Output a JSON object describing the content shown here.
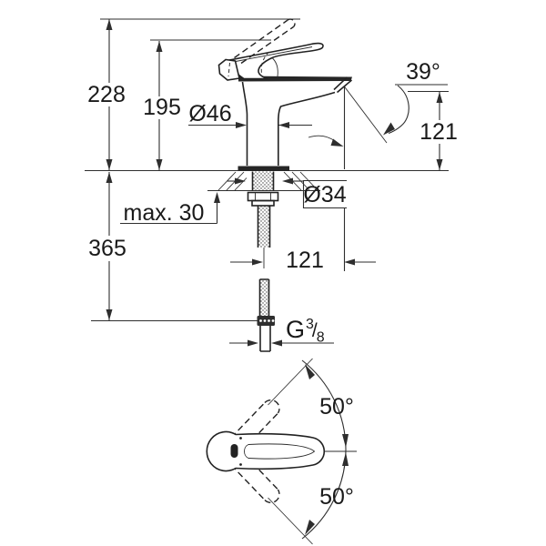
{
  "colors": {
    "line": "#2e2e2e",
    "outline": "#222222",
    "text": "#1a1a1a",
    "background": "#ffffff"
  },
  "side_view": {
    "overall_height": "228",
    "lever_tip_height": "195",
    "body_diameter": "Ø46",
    "stream_angle": "39°",
    "outlet_height": "121",
    "deck_hole_diameter": "Ø34",
    "max_deck_thickness": "max. 30",
    "installation_depth": "365",
    "spout_reach": "121",
    "thread": {
      "prefix": "G",
      "numerator": "3",
      "slash": "/",
      "denominator": "8"
    }
  },
  "top_view": {
    "swivel_up": "50°",
    "swivel_down": "50°"
  }
}
